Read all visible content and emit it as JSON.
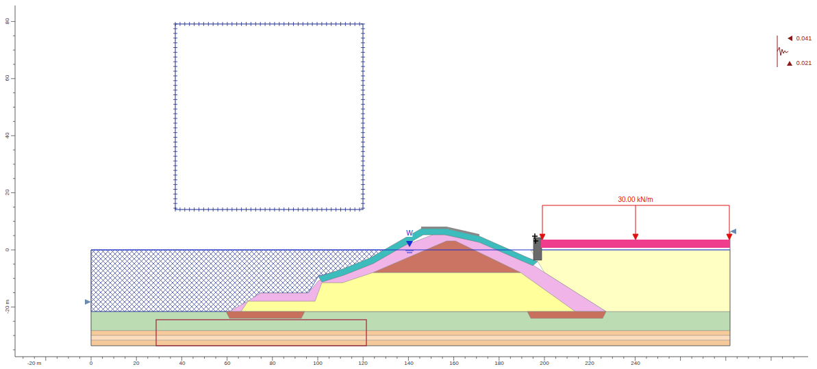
{
  "diagram": {
    "labels": [
      "30.00 kN/m",
      "W",
      "0.041",
      "0.021",
      "-20 m",
      "0",
      "20",
      "40",
      "60",
      "80",
      "100",
      "120",
      "140",
      "160",
      "180",
      "200",
      "220",
      "240",
      "80",
      "60",
      "40",
      "20",
      "0",
      "-20 m"
    ]
  }
}
